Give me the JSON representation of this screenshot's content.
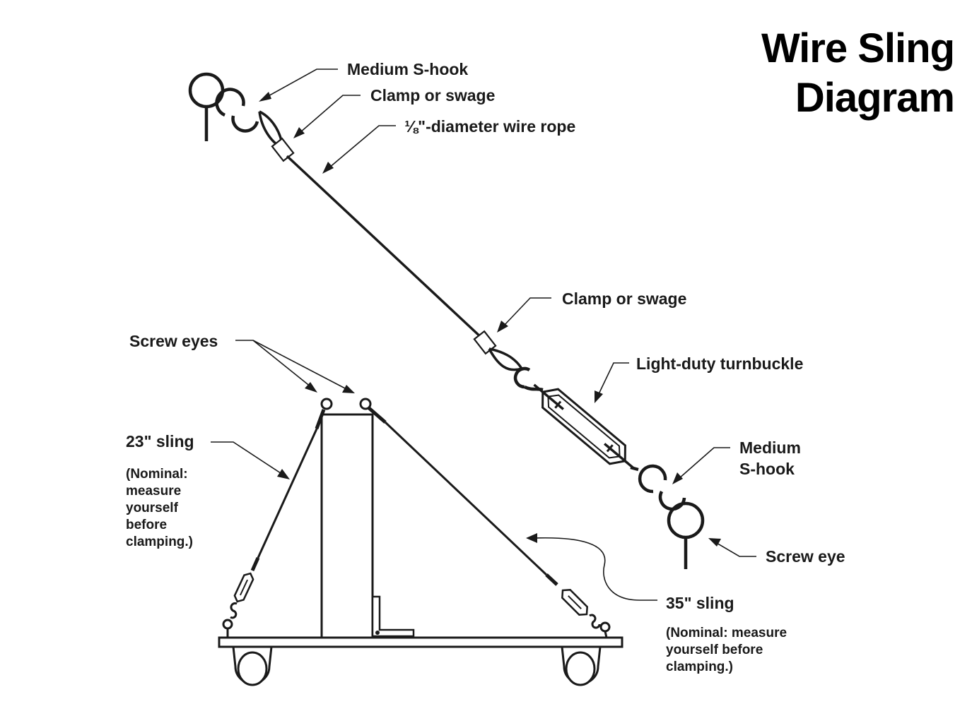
{
  "title": {
    "line1": "Wire Sling",
    "line2": "Diagram"
  },
  "labels": {
    "s_hook_top": "Medium S-hook",
    "clamp_top": "Clamp or swage",
    "wire_rope": "⅛\"-diameter wire rope",
    "clamp_mid": "Clamp or swage",
    "turnbuckle": "Light-duty turnbuckle",
    "s_hook_bottom_1": "Medium",
    "s_hook_bottom_2": "S-hook",
    "screw_eye": "Screw eye",
    "screw_eyes": "Screw eyes",
    "sling_23": "23\" sling",
    "sling_23_note": [
      "(Nominal:",
      "measure",
      "yourself",
      "before",
      "clamping.)"
    ],
    "sling_35": "35\" sling",
    "sling_35_note": [
      "(Nominal: measure",
      "yourself before",
      "clamping.)"
    ]
  }
}
